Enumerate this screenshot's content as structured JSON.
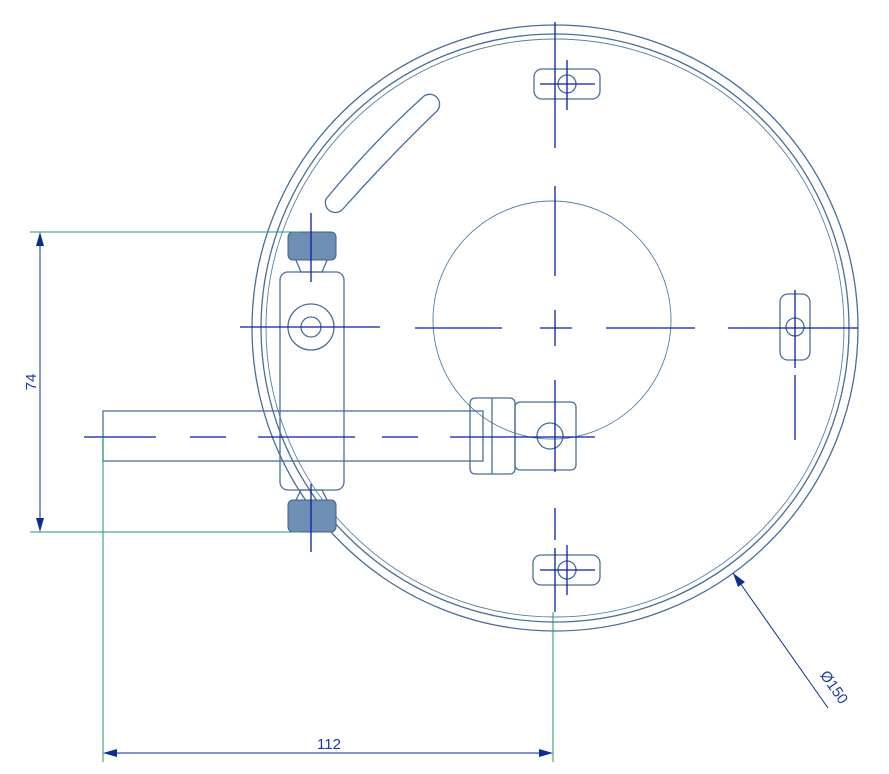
{
  "dimensions": {
    "height_label": "74",
    "width_label": "112",
    "diameter_label": "Ø150"
  },
  "colors": {
    "part_outline": "#4a6f96",
    "center_lines": "#0b1fa0",
    "dimension_lines": "#1e9a6a",
    "dimension_text": "#1e3aa8",
    "knurl_fill": "#6f8eb3"
  }
}
